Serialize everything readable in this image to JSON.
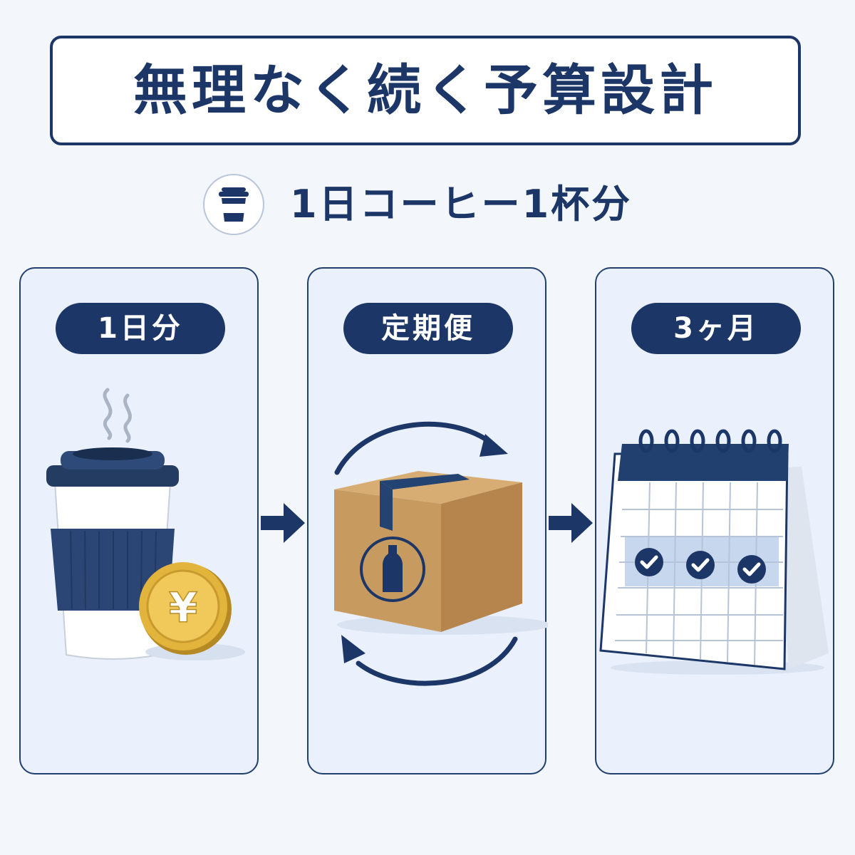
{
  "title": "無理なく続く予算設計",
  "subtitle": {
    "text": "1日コーヒー1杯分",
    "icon": "coffee-cup-icon"
  },
  "panels": [
    {
      "label": "1日分",
      "illustration": "coffee-cup-with-yen-coin"
    },
    {
      "label": "定期便",
      "illustration": "cardboard-box-with-cycle-arrows"
    },
    {
      "label": "3ヶ月",
      "illustration": "desk-calendar-with-checkmarks"
    }
  ],
  "flow_icon": "right-arrow-icon",
  "colors": {
    "navy": "#1c3767",
    "panel_bg": "#eaf1fc",
    "background": "#f3f6fb",
    "box_kraft": "#c89a62",
    "coin_gold": "#e2b43c"
  }
}
